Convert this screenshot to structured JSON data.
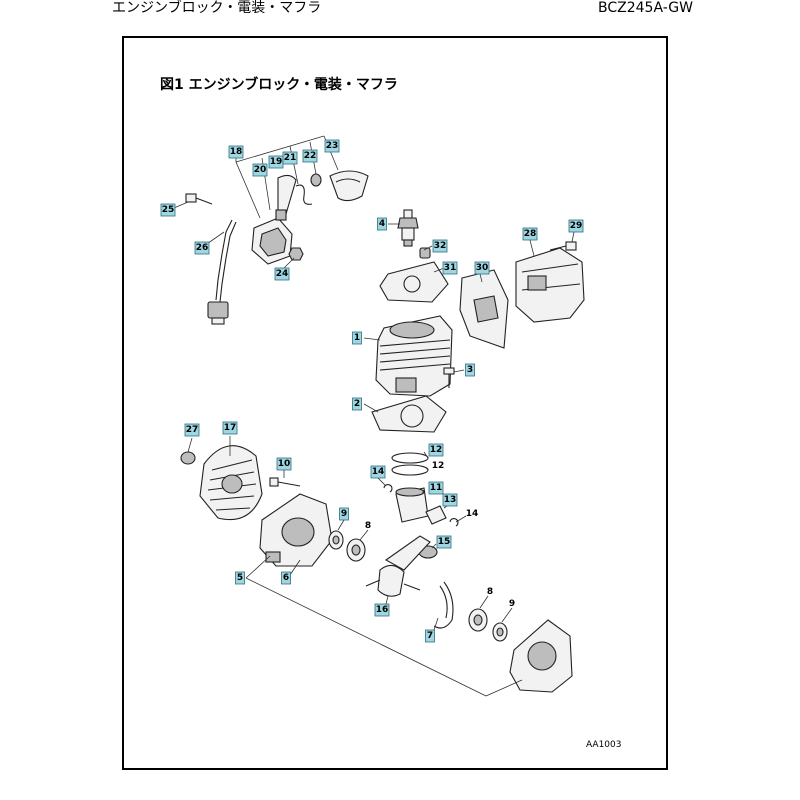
{
  "header": {
    "left": "エンジンブロック・電装・マフラ",
    "right": "BCZ245A-GW"
  },
  "figure": {
    "title": "図1 エンジンブロック・電装・マフラ",
    "code": "AA1003"
  },
  "callouts": [
    {
      "id": "c1",
      "label": "1",
      "highlighted": true
    },
    {
      "id": "c2",
      "label": "2",
      "highlighted": true
    },
    {
      "id": "c3",
      "label": "3",
      "highlighted": true
    },
    {
      "id": "c4",
      "label": "4",
      "highlighted": true
    },
    {
      "id": "c5",
      "label": "5",
      "highlighted": true
    },
    {
      "id": "c6",
      "label": "6",
      "highlighted": true
    },
    {
      "id": "c7",
      "label": "7",
      "highlighted": true
    },
    {
      "id": "c8a",
      "label": "8",
      "highlighted": false
    },
    {
      "id": "c8b",
      "label": "8",
      "highlighted": false
    },
    {
      "id": "c9a",
      "label": "9",
      "highlighted": true
    },
    {
      "id": "c9b",
      "label": "9",
      "highlighted": false
    },
    {
      "id": "c10",
      "label": "10",
      "highlighted": true
    },
    {
      "id": "c11",
      "label": "11",
      "highlighted": true
    },
    {
      "id": "c12a",
      "label": "12",
      "highlighted": true
    },
    {
      "id": "c12b",
      "label": "12",
      "highlighted": false
    },
    {
      "id": "c13",
      "label": "13",
      "highlighted": true
    },
    {
      "id": "c14a",
      "label": "14",
      "highlighted": true
    },
    {
      "id": "c14b",
      "label": "14",
      "highlighted": false
    },
    {
      "id": "c15",
      "label": "15",
      "highlighted": true
    },
    {
      "id": "c16",
      "label": "16",
      "highlighted": true
    },
    {
      "id": "c17",
      "label": "17",
      "highlighted": true
    },
    {
      "id": "c18",
      "label": "18",
      "highlighted": true
    },
    {
      "id": "c19",
      "label": "19",
      "highlighted": true
    },
    {
      "id": "c20",
      "label": "20",
      "highlighted": true
    },
    {
      "id": "c21",
      "label": "21",
      "highlighted": true
    },
    {
      "id": "c22",
      "label": "22",
      "highlighted": true
    },
    {
      "id": "c23",
      "label": "23",
      "highlighted": true
    },
    {
      "id": "c24",
      "label": "24",
      "highlighted": true
    },
    {
      "id": "c25",
      "label": "25",
      "highlighted": true
    },
    {
      "id": "c26",
      "label": "26",
      "highlighted": true
    },
    {
      "id": "c27",
      "label": "27",
      "highlighted": true
    },
    {
      "id": "c28",
      "label": "28",
      "highlighted": true
    },
    {
      "id": "c29",
      "label": "29",
      "highlighted": true
    },
    {
      "id": "c30",
      "label": "30",
      "highlighted": true
    },
    {
      "id": "c31",
      "label": "31",
      "highlighted": true
    },
    {
      "id": "c32",
      "label": "32",
      "highlighted": true
    }
  ],
  "colors": {
    "tag_fill": "#9fd6e2",
    "tag_stroke": "#2b6f80"
  }
}
